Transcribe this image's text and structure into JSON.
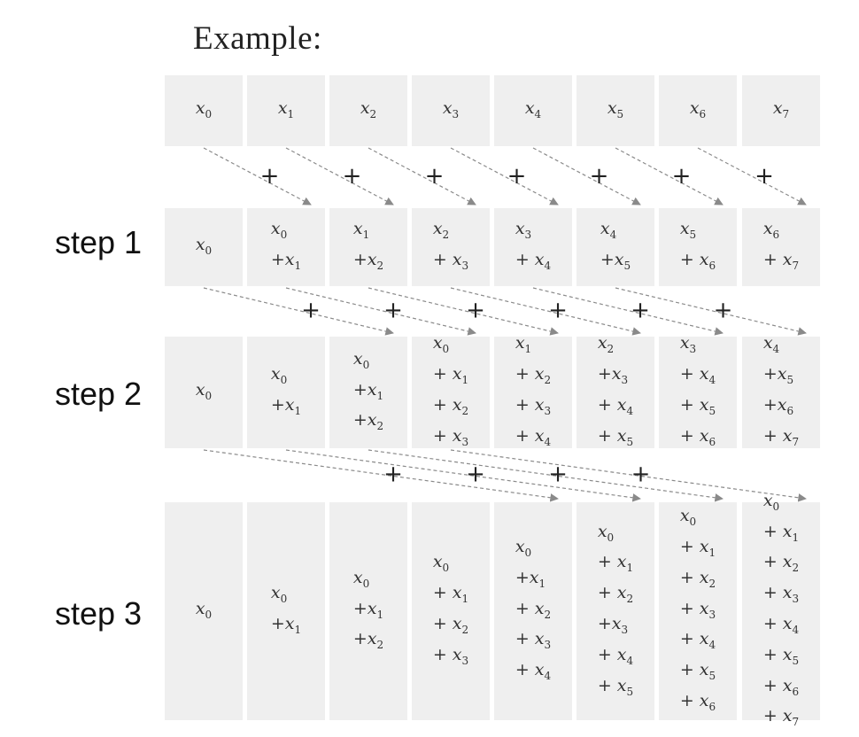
{
  "title": "Example:",
  "step_labels": [
    "step 1",
    "step 2",
    "step 3"
  ],
  "plus_sign": "+",
  "rows": [
    [
      [
        "x_0"
      ],
      [
        "x_1"
      ],
      [
        "x_2"
      ],
      [
        "x_3"
      ],
      [
        "x_4"
      ],
      [
        "x_5"
      ],
      [
        "x_6"
      ],
      [
        "x_7"
      ]
    ],
    [
      [
        "x_0"
      ],
      [
        "x_0",
        "+x_1"
      ],
      [
        "x_1",
        "+x_2"
      ],
      [
        "x_2",
        "+ x_3"
      ],
      [
        "x_3",
        "+ x_4"
      ],
      [
        "x_4",
        "+x_5"
      ],
      [
        "x_5",
        "+ x_6"
      ],
      [
        "x_6",
        "+ x_7"
      ]
    ],
    [
      [
        "x_0"
      ],
      [
        "x_0",
        "+x_1"
      ],
      [
        "x_0",
        "+x_1",
        "+x_2"
      ],
      [
        "x_0",
        "+ x_1",
        "+ x_2",
        "+ x_3"
      ],
      [
        "x_1",
        "+ x_2",
        "+ x_3",
        "+ x_4"
      ],
      [
        "x_2",
        "+x_3",
        "+ x_4",
        "+ x_5"
      ],
      [
        "x_3",
        "+ x_4",
        "+ x_5",
        "+ x_6"
      ],
      [
        "x_4",
        "+x_5",
        "+x_6",
        "+ x_7"
      ]
    ],
    [
      [
        "x_0"
      ],
      [
        "x_0",
        "+x_1"
      ],
      [
        "x_0",
        "+x_1",
        "+x_2"
      ],
      [
        "x_0",
        "+ x_1",
        "+ x_2",
        "+ x_3"
      ],
      [
        "x_0",
        "+x_1",
        "+ x_2",
        "+ x_3",
        "+ x_4"
      ],
      [
        "x_0",
        "+ x_1",
        "+ x_2",
        "+x_3",
        "+ x_4",
        "+ x_5"
      ],
      [
        "x_0",
        "+ x_1",
        "+ x_2",
        "+ x_3",
        "+ x_4",
        "+ x_5",
        "+ x_6"
      ],
      [
        "x_0",
        "+ x_1",
        "+ x_2",
        "+ x_3",
        "+ x_4",
        "+ x_5",
        "+ x_6",
        "+ x_7"
      ]
    ]
  ],
  "colors": {
    "cell": "#efefef",
    "arrow": "#8a8a8a",
    "text": "#222222"
  }
}
